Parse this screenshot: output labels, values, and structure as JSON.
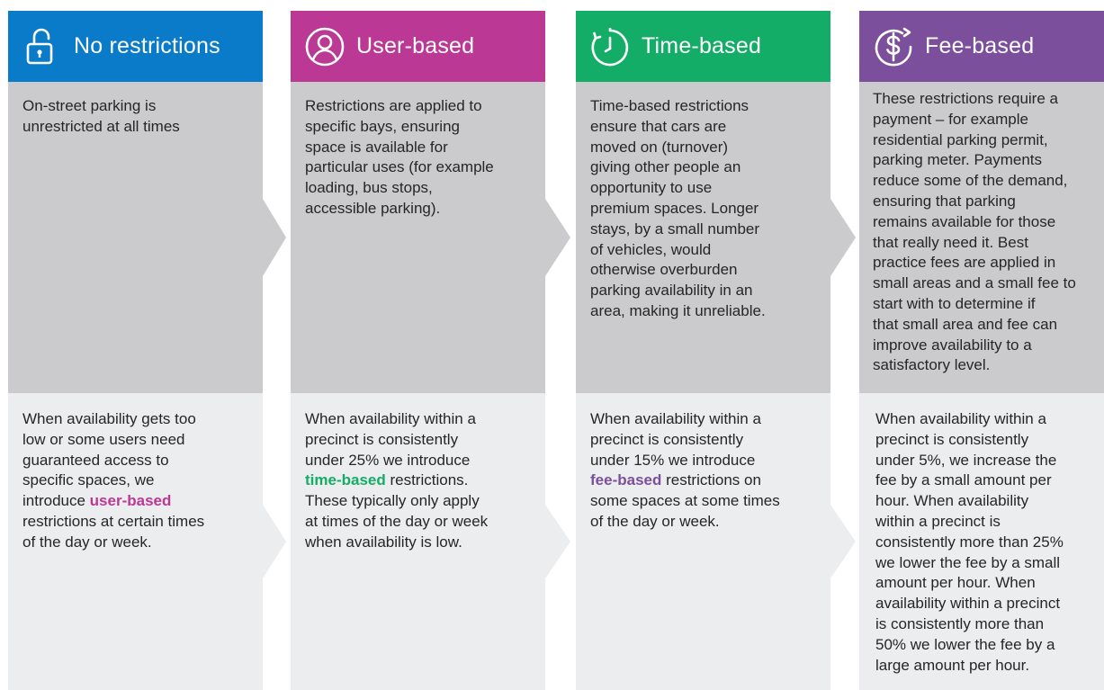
{
  "colors": {
    "no_restrictions": "#0a7bc8",
    "user_based": "#bb3895",
    "time_based": "#13ad67",
    "fee_based": "#7b4f9b",
    "top_panel": "#cbcbcd",
    "bottom_panel": "#ecedef"
  },
  "columns": [
    {
      "title": "No restrictions",
      "icon": "padlock-open-icon",
      "description": "On-street parking is\nunrestricted at all times",
      "trigger_before": "When availability gets too\nlow or some users need\nguaranteed access to\nspecific spaces, we\nintroduce ",
      "trigger_highlight": "user-based",
      "trigger_after": "\nrestrictions at certain times\nof the day or week."
    },
    {
      "title": "User-based",
      "icon": "user-icon",
      "description": "Restrictions are applied to\nspecific bays, ensuring\nspace is available for\nparticular uses (for example\nloading, bus stops,\naccessible parking).",
      "trigger_before": "When availability within a\nprecinct is consistently\nunder 25% we introduce\n",
      "trigger_highlight": "time-based",
      "trigger_after": " restrictions.\nThese typically only apply\nat times of the day or week\nwhen availability is low."
    },
    {
      "title": "Time-based",
      "icon": "stopwatch-icon",
      "description": "Time-based restrictions\nensure that cars are\nmoved on (turnover)\ngiving other people an\nopportunity to use\npremium spaces. Longer\nstays, by a small number\nof vehicles, would\notherwise overburden\nparking availability in an\narea, making it unreliable.",
      "trigger_before": "When availability within a\nprecinct is consistently\nunder 15% we introduce\n",
      "trigger_highlight": "fee-based",
      "trigger_after": " restrictions on\nsome spaces at some times\nof the day or week."
    },
    {
      "title": "Fee-based",
      "icon": "dollar-cycle-icon",
      "description": "These restrictions require a\npayment – for example\nresidential parking permit,\nparking meter. Payments\nreduce some of the demand,\nensuring that parking\nremains available for those\nthat really need it. Best\npractice fees are applied in\nsmall areas and a small fee to\nstart with to determine if\nthat small area and fee can\nimprove availability to a\nsatisfactory level.",
      "trigger_before": "When availability within a\nprecinct is consistently\nunder 5%, we increase the\nfee by a small amount per\nhour. When availability\nwithin a precinct is\nconsistently more than 25%\nwe lower the fee by a small\namount per hour. When\navailability within a precinct\nis consistently more than\n50% we lower the fee by a\nlarge amount per hour.",
      "trigger_highlight": "",
      "trigger_after": ""
    }
  ]
}
